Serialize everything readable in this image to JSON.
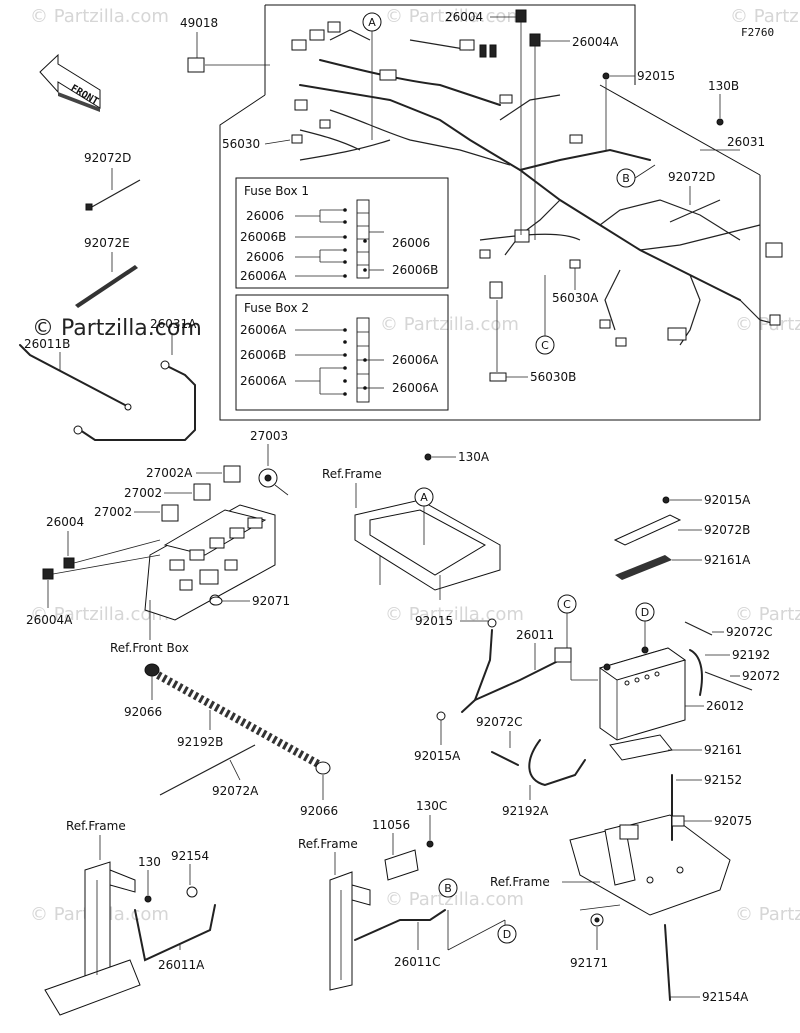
{
  "diagram_code": "F2760",
  "front_label": "FRONT",
  "copyright": "© Partzilla.com",
  "watermark": "© Partzilla.com",
  "callouts": [
    "A",
    "B",
    "C",
    "D"
  ],
  "fuse_box_1": {
    "title": "Fuse Box 1",
    "left": [
      "26006",
      "26006B",
      "26006",
      "26006A"
    ],
    "right": [
      "26006",
      "26006B"
    ]
  },
  "fuse_box_2": {
    "title": "Fuse Box 2",
    "left": [
      "26006A",
      "26006B",
      "26006A"
    ],
    "right": [
      "26006A",
      "26006A"
    ]
  },
  "refs": {
    "frame1": "Ref.Frame",
    "front_box": "Ref.Front Box",
    "frame2": "Ref.Frame",
    "frame3": "Ref.Frame",
    "frame4": "Ref.Frame"
  },
  "parts": {
    "p49018": "49018",
    "p26004_top": "26004",
    "p26004A_top": "26004A",
    "p92015_top": "92015",
    "p130B": "130B",
    "p26031": "26031",
    "p56030": "56030",
    "p92072D_right": "92072D",
    "p56030A": "56030A",
    "p56030B": "56030B",
    "p92072D_left": "92072D",
    "p92072E": "92072E",
    "p26031A": "26031A",
    "p26011B": "26011B",
    "p27003": "27003",
    "p27002A": "27002A",
    "p27002_a": "27002",
    "p27002_b": "27002",
    "p26004_mid": "26004",
    "p26004A_mid": "26004A",
    "p92071": "92071",
    "p130A": "130A",
    "p92015A_top": "92015A",
    "p92072B": "92072B",
    "p92161A": "92161A",
    "p92015_mid": "92015",
    "p26011": "26011",
    "p92072C_right": "92072C",
    "p92192": "92192",
    "p92072": "92072",
    "p26012": "26012",
    "p92066_a": "92066",
    "p92192B": "92192B",
    "p92072A": "92072A",
    "p92066_b": "92066",
    "p92015A_mid": "92015A",
    "p92072C_left": "92072C",
    "p92192A": "92192A",
    "p92161": "92161",
    "p92152": "92152",
    "p92075": "92075",
    "p130C": "130C",
    "p11056": "11056",
    "p130": "130",
    "p92154": "92154",
    "p26011A": "26011A",
    "p26011C": "26011C",
    "p92171": "92171",
    "p92154A": "92154A"
  }
}
